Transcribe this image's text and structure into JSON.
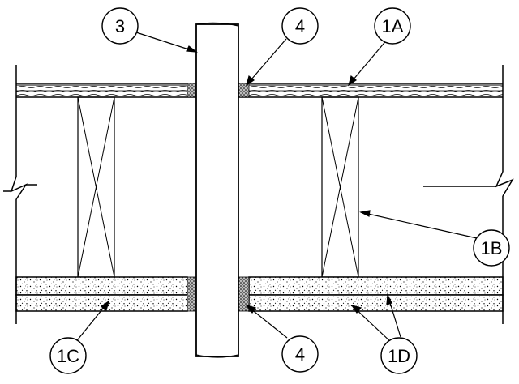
{
  "callouts": {
    "c3": "3",
    "c4_top": "4",
    "c1a": "1A",
    "c1b": "1B",
    "c1c": "1C",
    "c4_bottom": "4",
    "c1d": "1D"
  },
  "colors": {
    "line": "#000000",
    "background": "#ffffff"
  }
}
